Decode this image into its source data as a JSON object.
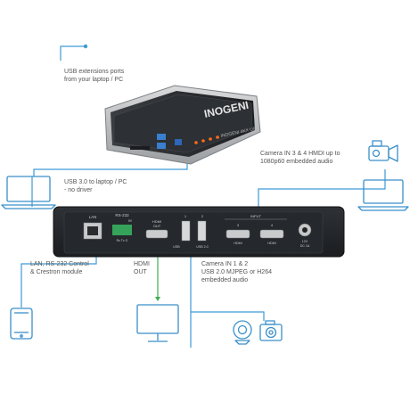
{
  "colors": {
    "line_blue": "#3d9ad6",
    "line_green": "#3cae53",
    "icon_stroke": "#3a8fc9",
    "device_dark": "#1f2226",
    "device_panel": "#2b2f34",
    "accent_orange": "#ff6b1a"
  },
  "top_device": {
    "brand": "INOGENI",
    "model_plate": "INOGENI 4KX USB",
    "ports": [
      "USB 3.0",
      "USB 2.0"
    ]
  },
  "back_panel": {
    "lan": "LAN",
    "rs232": "RS-232",
    "rs232_pins": "Rx Tx G",
    "rs232_v": "5V",
    "hdmi_out_top": "HDMI",
    "hdmi_out_bottom": "OUT",
    "usb_num_1": "1",
    "usb_num_2": "2",
    "usb3": "USB",
    "usb2": "USB 2.0",
    "input": "INPUT",
    "in3": "3",
    "in4": "4",
    "hdmi_3": "HDMI",
    "hdmi_4": "HDMI",
    "dc_top": "12V",
    "dc_bottom": "DC 1A"
  },
  "labels": {
    "usb_ext": [
      "USB extensions ports",
      "from your laptop / PC"
    ],
    "usb3_laptop": [
      "USB 3.0 to laptop / PC",
      "- no driver"
    ],
    "cam_3_4": [
      "Camera IN 3 & 4 HMDI up to",
      "1080p60 embedded audio"
    ],
    "lan_rs232": [
      "LAN, RS-232 Control",
      "& Crestron module"
    ],
    "hdmi_out": [
      "HDMI",
      "OUT"
    ],
    "cam_1_2": [
      "Camera IN 1 & 2",
      "USB 2.0 MJPEG or H264",
      "embedded audio"
    ]
  },
  "icons": [
    "laptop-left-icon",
    "laptop-right-icon",
    "video-camera-icon",
    "tablet-icon",
    "monitor-icon",
    "webcam-icon",
    "photo-camera-icon"
  ]
}
